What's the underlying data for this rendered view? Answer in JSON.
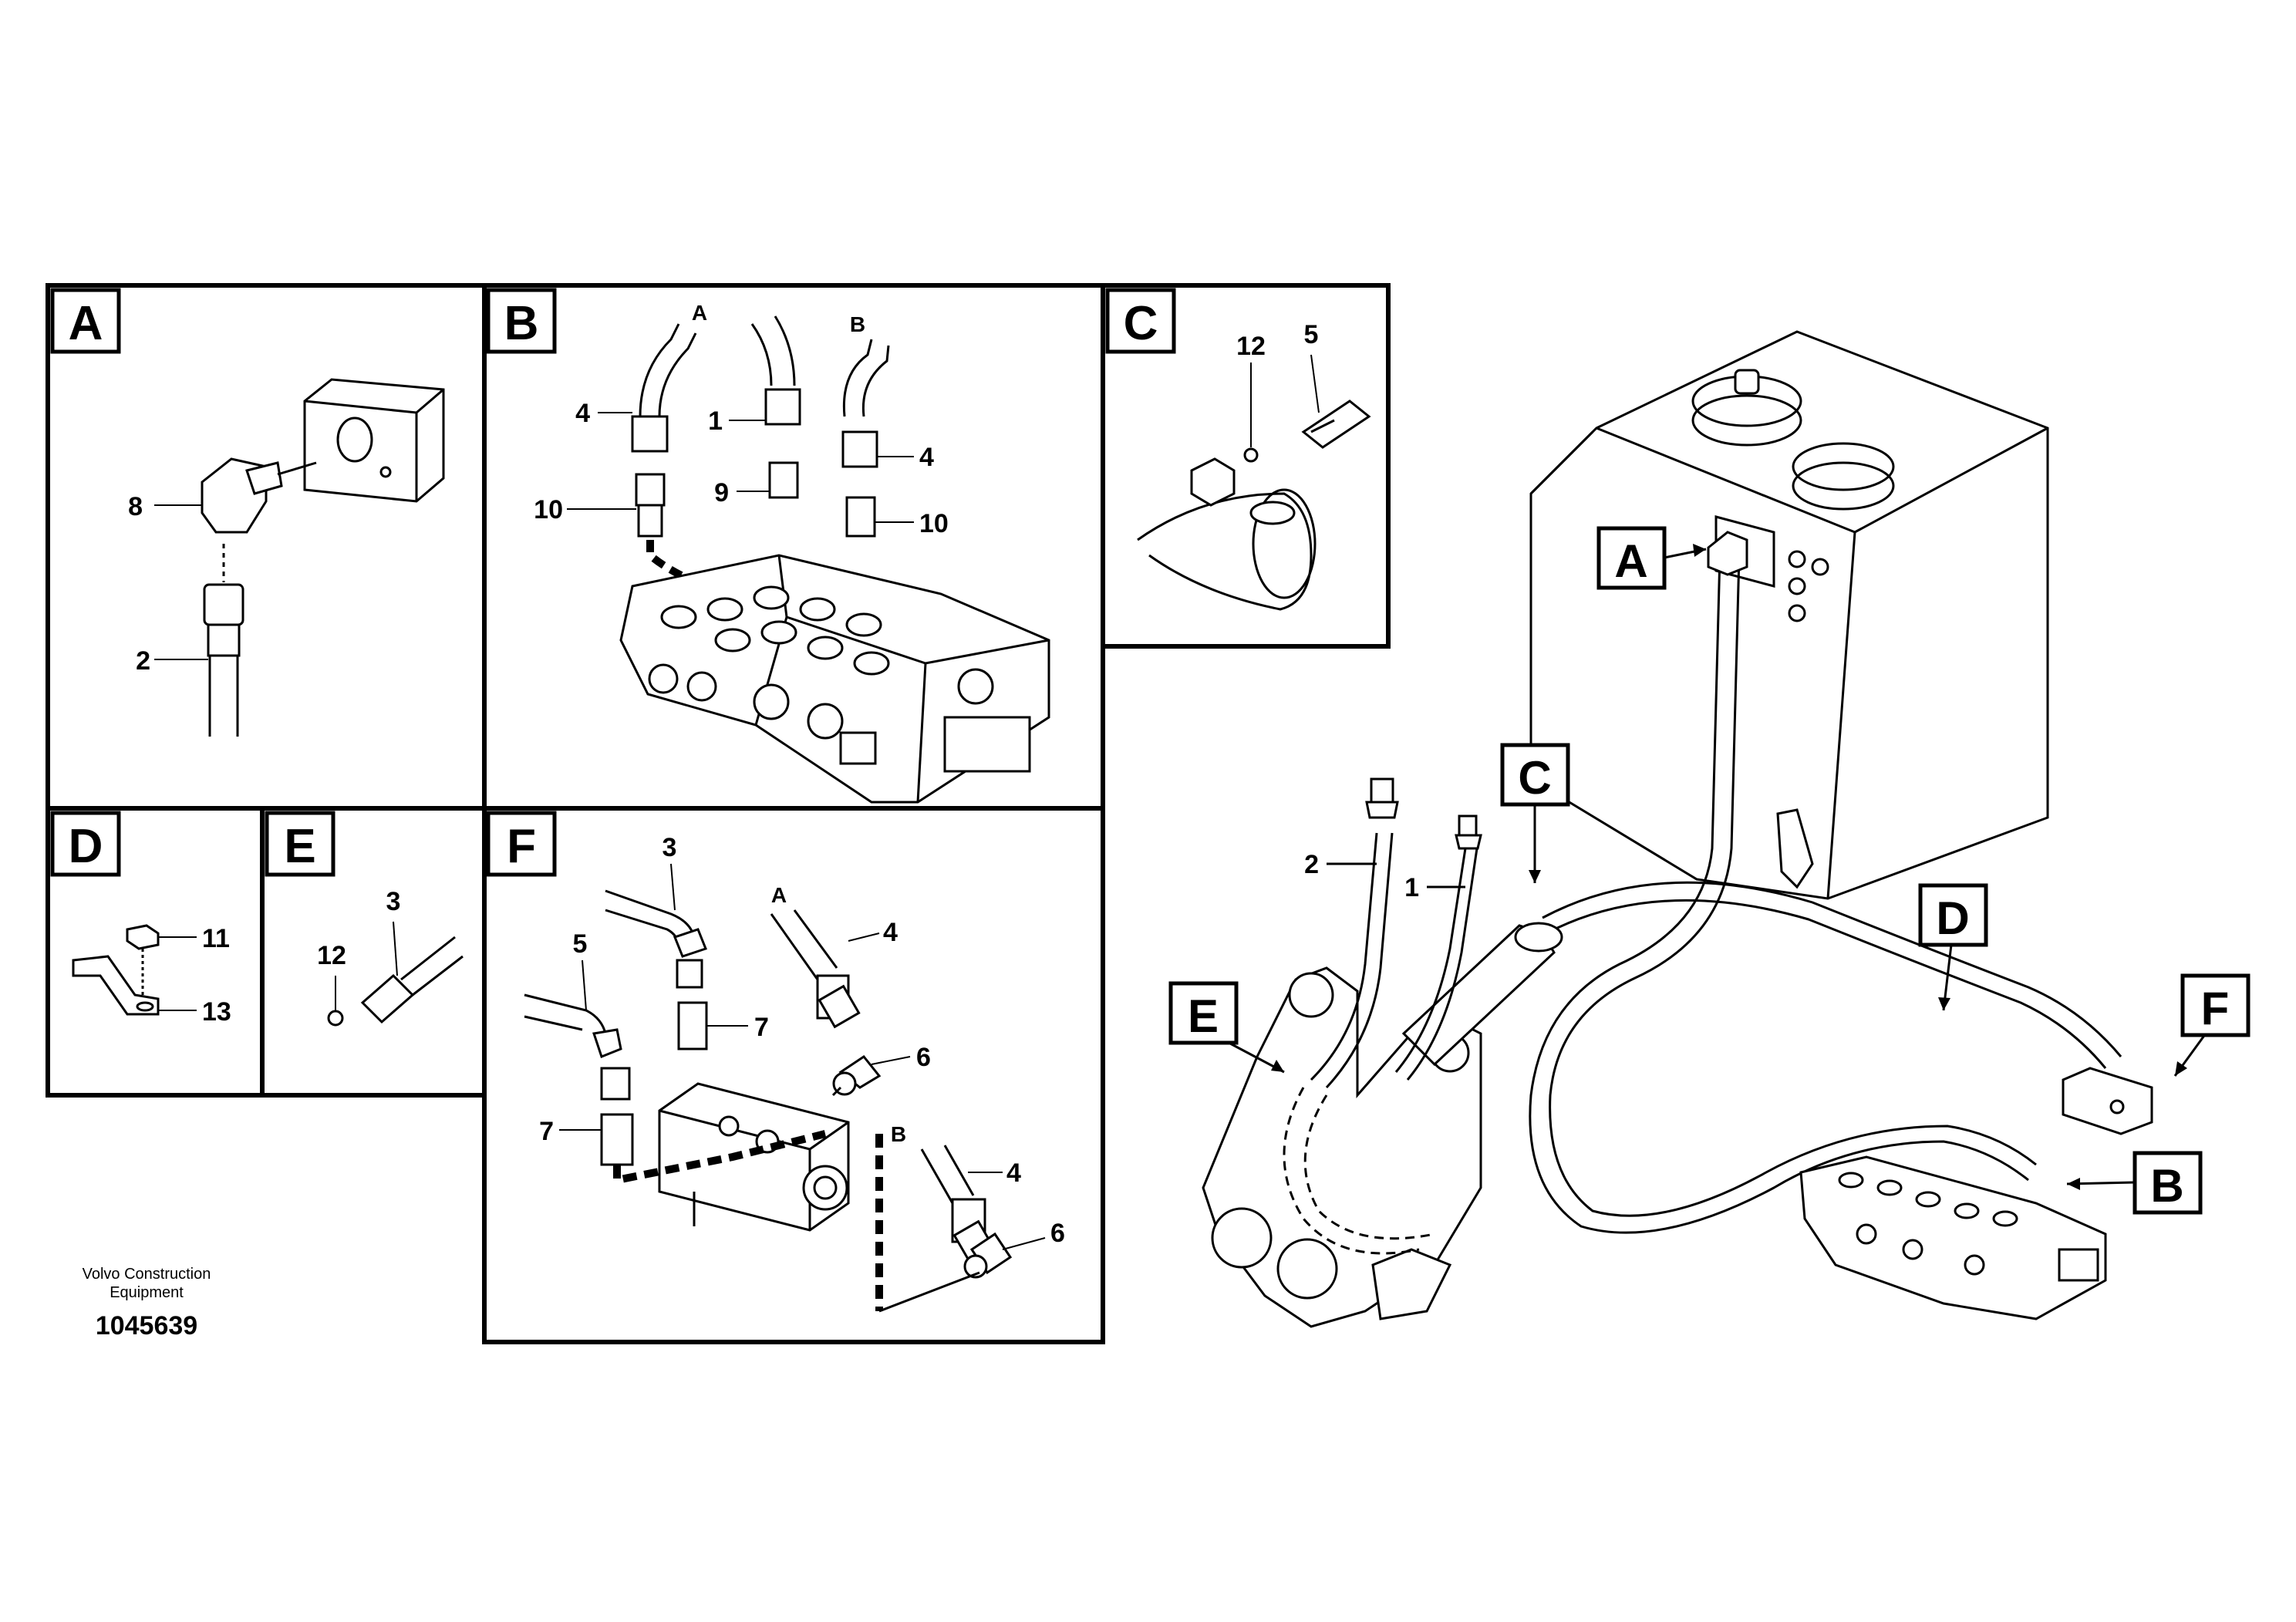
{
  "panels": {
    "A": {
      "letter": "A",
      "callouts": [
        "8",
        "2"
      ]
    },
    "B": {
      "letter": "B",
      "callouts": [
        "A",
        "B",
        "4",
        "1",
        "4",
        "10",
        "9",
        "10"
      ]
    },
    "C": {
      "letter": "C",
      "callouts": [
        "5",
        "12"
      ]
    },
    "D": {
      "letter": "D",
      "callouts": [
        "11",
        "13"
      ]
    },
    "E": {
      "letter": "E",
      "callouts": [
        "3",
        "12"
      ]
    },
    "F": {
      "letter": "F",
      "callouts": [
        "3",
        "5",
        "A",
        "4",
        "7",
        "6",
        "7",
        "B",
        "4",
        "6"
      ]
    }
  },
  "overview": {
    "callouts": [
      "A",
      "C",
      "E",
      "D",
      "F",
      "B"
    ],
    "parts": [
      "2",
      "1"
    ]
  },
  "footer": {
    "maker": "Volvo Construction Equipment",
    "doc_number": "1045639"
  }
}
